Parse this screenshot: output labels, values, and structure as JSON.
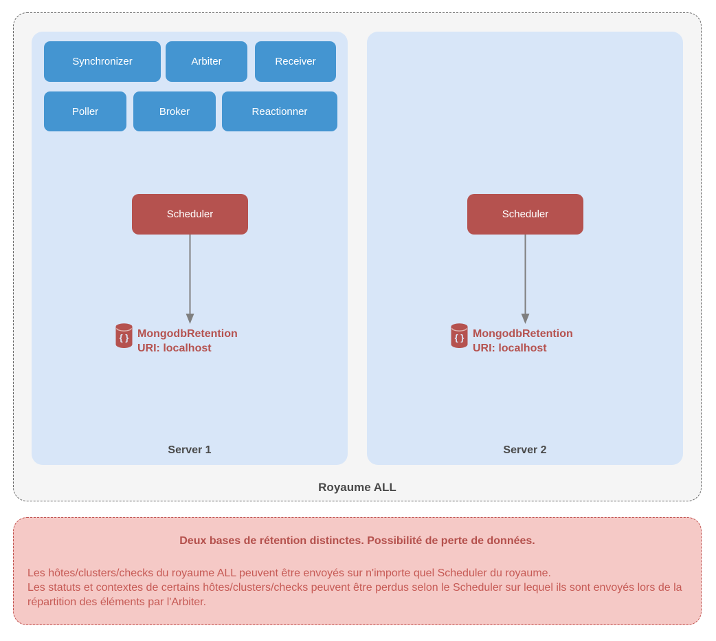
{
  "royaume": {
    "label": "Royaume ALL",
    "servers": [
      {
        "label": "Server 1",
        "components": [
          "Synchronizer",
          "Arbiter",
          "Receiver",
          "Poller",
          "Broker",
          "Reactionner"
        ],
        "scheduler_label": "Scheduler",
        "database": {
          "name": "MongodbRetention",
          "uri": "URI: localhost"
        }
      },
      {
        "label": "Server 2",
        "components": [],
        "scheduler_label": "Scheduler",
        "database": {
          "name": "MongodbRetention",
          "uri": "URI: localhost"
        }
      }
    ]
  },
  "warning": {
    "title": "Deux bases de rétention distinctes. Possibilité de perte de données.",
    "line1": "Les hôtes/clusters/checks du royaume ALL peuvent être envoyés sur n'importe quel Scheduler du royaume.",
    "line2": "Les statuts et contextes de certains hôtes/clusters/checks peuvent être perdus selon le Scheduler sur lequel ils sont envoyés lors de la répartition des éléments par l'Arbiter."
  },
  "icons": {
    "database_glyph": "{ }"
  },
  "colors": {
    "component_blue": "#4495d1",
    "panel_blue": "#d8e6f8",
    "scheduler_red": "#b5524f",
    "warning_bg": "#f5c9c6",
    "warning_border": "#c0504d",
    "outer_bg": "#f5f5f5",
    "outer_border": "#666666",
    "arrow_gray": "#7f7f7f",
    "label_gray": "#4a4a4a"
  }
}
